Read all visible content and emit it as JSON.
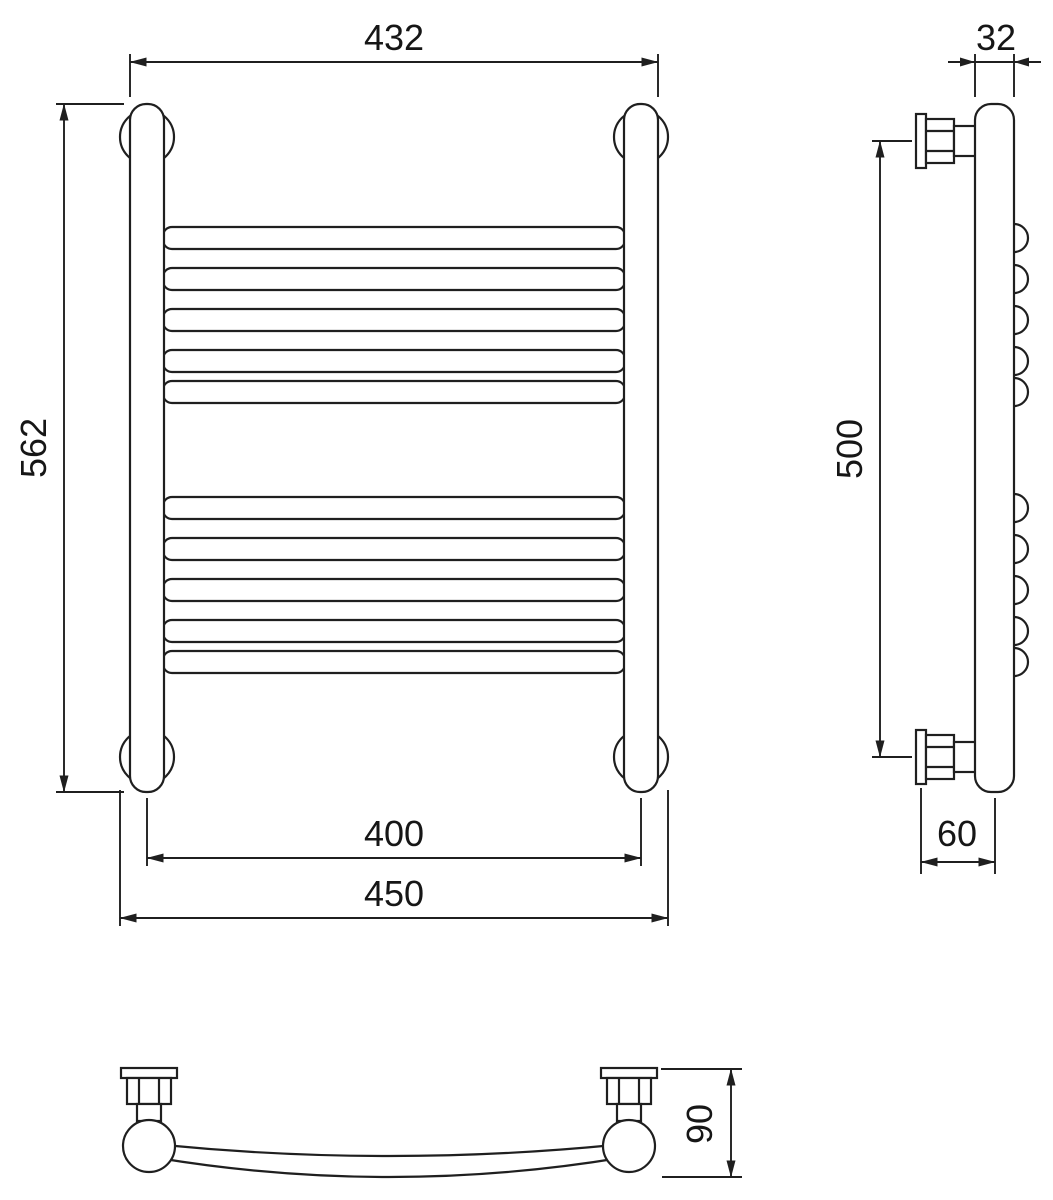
{
  "meta": {
    "background": "#ffffff",
    "line_color": "#1f1f1f"
  },
  "views": {
    "front": {
      "dims": {
        "top_width": "432",
        "height": "562",
        "axis_width": "400",
        "overall_width": "450"
      }
    },
    "side": {
      "dims": {
        "tube_diameter": "32",
        "mount_spacing": "500",
        "wall_offset": "60"
      }
    },
    "top": {
      "dims": {
        "depth": "90"
      }
    }
  }
}
